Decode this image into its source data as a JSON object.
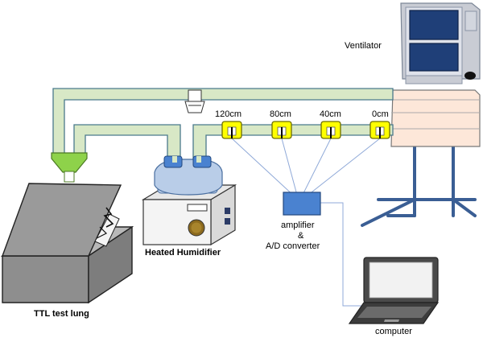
{
  "labels": {
    "ventilator": "Ventilator",
    "heated_humidifier": "Heated Humidifier",
    "test_lung": "TTL test lung",
    "amplifier_line1": "amplifier",
    "amplifier_line2": "&",
    "amplifier_line3": "A/D converter",
    "computer": "computer"
  },
  "sensors": [
    {
      "label": "120cm"
    },
    {
      "label": "80cm"
    },
    {
      "label": "40cm"
    },
    {
      "label": "0cm"
    }
  ],
  "colors": {
    "tube_fill": "#d8e8c6",
    "tube_outline": "#4a7a8c",
    "sensor": "#ffff00",
    "ventilator_body": "#fde7d9",
    "y_piece": "#8ed24a",
    "amplifier": "#4a82d0",
    "humidifier_chamber": "#b9cde8",
    "stand": "#3a5e94"
  }
}
